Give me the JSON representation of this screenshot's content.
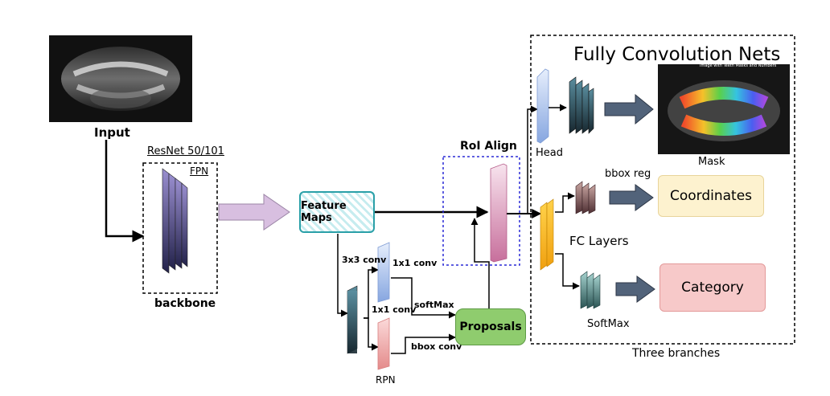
{
  "input": {
    "label": "Input"
  },
  "backbone": {
    "title": "ResNet 50/101",
    "fpn": "FPN",
    "label": "backbone"
  },
  "feature_maps": {
    "label": "Feature Maps"
  },
  "rpn": {
    "conv3": "3x3 conv",
    "conv1_top": "1x1 conv",
    "conv1_bottom": "1x1 conv",
    "softmax": "softMax",
    "bbox_conv": "bbox conv",
    "label": "RPN"
  },
  "proposals": {
    "label": "Proposals"
  },
  "roi_align": {
    "label": "RoI Align"
  },
  "fcn": {
    "title": "Fully Convolution Nets",
    "head": "Head",
    "mask": "Mask",
    "mask_image_caption": "Image with Teeth Masks and Numbers"
  },
  "branches": {
    "bbox_reg": "bbox reg",
    "coordinates": "Coordinates",
    "fc_layers": "FC Layers",
    "category": "Category",
    "softmax": "SoftMax",
    "footer": "Three branches"
  },
  "colors": {
    "feature_maps_border": "#2aa0a8",
    "proposals_fill": "#8fcc6e",
    "roi_border": "#2a2ad6",
    "coordinates_fill": "#fdf2cf",
    "category_fill": "#f7c9c9",
    "purple_arrow": "#d8bfe0"
  }
}
